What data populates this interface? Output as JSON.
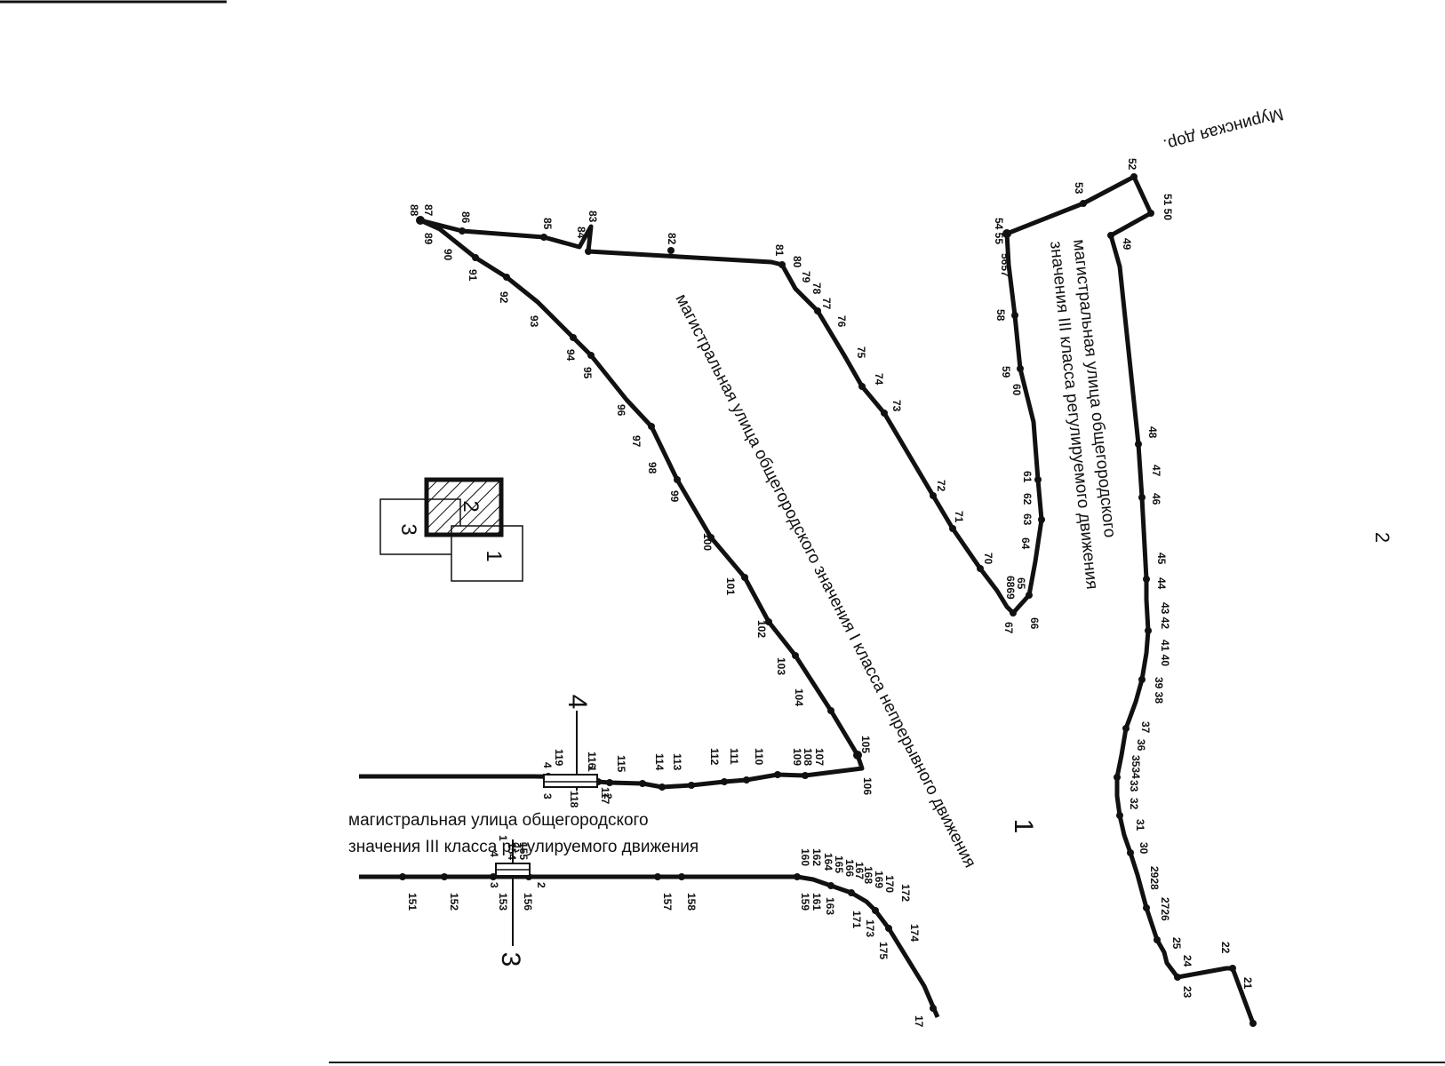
{
  "page_number": "2",
  "streets": {
    "murinskaya": "Муринская дор.",
    "main_class1": "магистральная улица общегородского значения I класса непрерывного движения",
    "upper_class3_line1": "магистральная улица общегородского",
    "upper_class3_line2": "значения III класса регулируемого движения",
    "lower_class3_line1": "магистральная улица общегородского",
    "lower_class3_line2": "значения III класса регулируемого движения"
  },
  "section_labels": {
    "s4": "4",
    "s3": "3",
    "s1": "1"
  },
  "inset": {
    "n1": "1",
    "n2": "2",
    "n3": "3"
  },
  "point_labels": {
    "p21": "21",
    "p22": "22",
    "p23": "23",
    "p24": "24",
    "p25": "25",
    "p2627": "2726",
    "p2829": "2928",
    "p30": "30",
    "p31": "31",
    "p32": "32",
    "p33": "33",
    "p3435": "3534",
    "p36": "36",
    "p37": "37",
    "p3839": "39 38",
    "p4041": "41 40",
    "p4243": "43 42",
    "p44": "44",
    "p45": "45",
    "p46": "46",
    "p47": "47",
    "p48": "48",
    "p49": "49",
    "p5051": "51 50",
    "p52": "52",
    "p53": "53",
    "p5455": "54 55",
    "p5657": "5657",
    "p58": "58",
    "p59": "59",
    "p60": "60",
    "p61": "61",
    "p62": "62",
    "p63": "63",
    "p64": "64",
    "p65": "65",
    "p6869": "6869",
    "p66": "66",
    "p67": "67",
    "p70": "70",
    "p71": "71",
    "p72": "72",
    "p73": "73",
    "p74": "74",
    "p75": "75",
    "p76": "76",
    "p77": "77",
    "p78": "78",
    "p79": "79",
    "p80": "80",
    "p81": "81",
    "p82": "82",
    "p83": "83",
    "p84": "84",
    "p85": "85",
    "p86": "86",
    "p87": "87",
    "p88": "88",
    "p89": "89",
    "p90": "90",
    "p91": "91",
    "p92": "92",
    "p93": "93",
    "p94": "94",
    "p95": "95",
    "p96": "96",
    "p97": "97",
    "p98": "98",
    "p99": "99",
    "p100": "100",
    "p101": "101",
    "p102": "102",
    "p103": "103",
    "p104": "104",
    "p105": "105",
    "p106": "106",
    "p107": "107",
    "p108": "108",
    "p109": "109",
    "p110": "110",
    "p111": "111",
    "p112": "112",
    "p113": "113",
    "p114": "114",
    "p115": "115",
    "p116": "116",
    "p117": "117",
    "p118": "118",
    "p119": "119",
    "q1": "1",
    "q2": "2",
    "q3": "3",
    "q4": "4",
    "p151": "151",
    "p152": "152",
    "p153": "153",
    "p154": "154",
    "p155": "155",
    "p156": "156",
    "p157": "157",
    "p158": "158",
    "p159": "159",
    "p160": "160",
    "p161": "161",
    "p162": "162",
    "p163": "163",
    "p164": "164",
    "p165": "165",
    "p166": "166",
    "p167": "167",
    "p168": "168",
    "p169": "169",
    "p170": "170",
    "p171": "171",
    "p172": "172",
    "p173": "173",
    "p174": "174",
    "p175": "175",
    "p17x": "17",
    "r1": "1",
    "r2": "2",
    "r3": "3",
    "r4": "4"
  },
  "colors": {
    "line": "#111111",
    "background": "#ffffff"
  }
}
